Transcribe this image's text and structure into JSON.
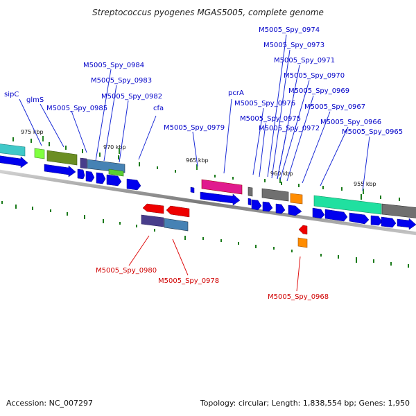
{
  "title": "Streptococcus pyogenes MGAS5005, complete genome",
  "footer": {
    "accession": "Accession: NC_007297",
    "summary": "Topology: circular; Length: 1,838,554 bp; Genes: 1,950"
  },
  "ruler": [
    "975 kbp",
    "970 kbp",
    "965 kbp",
    "960 kbp",
    "955 kbp"
  ],
  "labels_top": [
    "sipC",
    "glmS",
    "M5005_Spy_0985",
    "M5005_Spy_0984",
    "M5005_Spy_0983",
    "M5005_Spy_0982",
    "cfa",
    "M5005_Spy_0979",
    "pcrA",
    "M5005_Spy_0976",
    "M5005_Spy_0975",
    "M5005_Spy_0974",
    "M5005_Spy_0973",
    "M5005_Spy_0972",
    "M5005_Spy_0971",
    "M5005_Spy_0970",
    "M5005_Spy_0969",
    "M5005_Spy_0967",
    "M5005_Spy_0966",
    "M5005_Spy_0965"
  ],
  "labels_bottom": [
    "M5005_Spy_0980",
    "M5005_Spy_0978",
    "M5005_Spy_0968"
  ],
  "colors": {
    "cds_forward": "#0000ee",
    "cds_reverse": "#ee0000",
    "backbone": "#888888",
    "gc_ticks": "#008000",
    "cyan": "#40c8c8",
    "lime": "#80ff40",
    "olive": "#6b8e23",
    "steel": "#4682b4",
    "slate": "#483d8b",
    "magenta": "#e01a8e",
    "gray": "#707070",
    "orange": "#ff8c00",
    "teal": "#20e0a0"
  }
}
